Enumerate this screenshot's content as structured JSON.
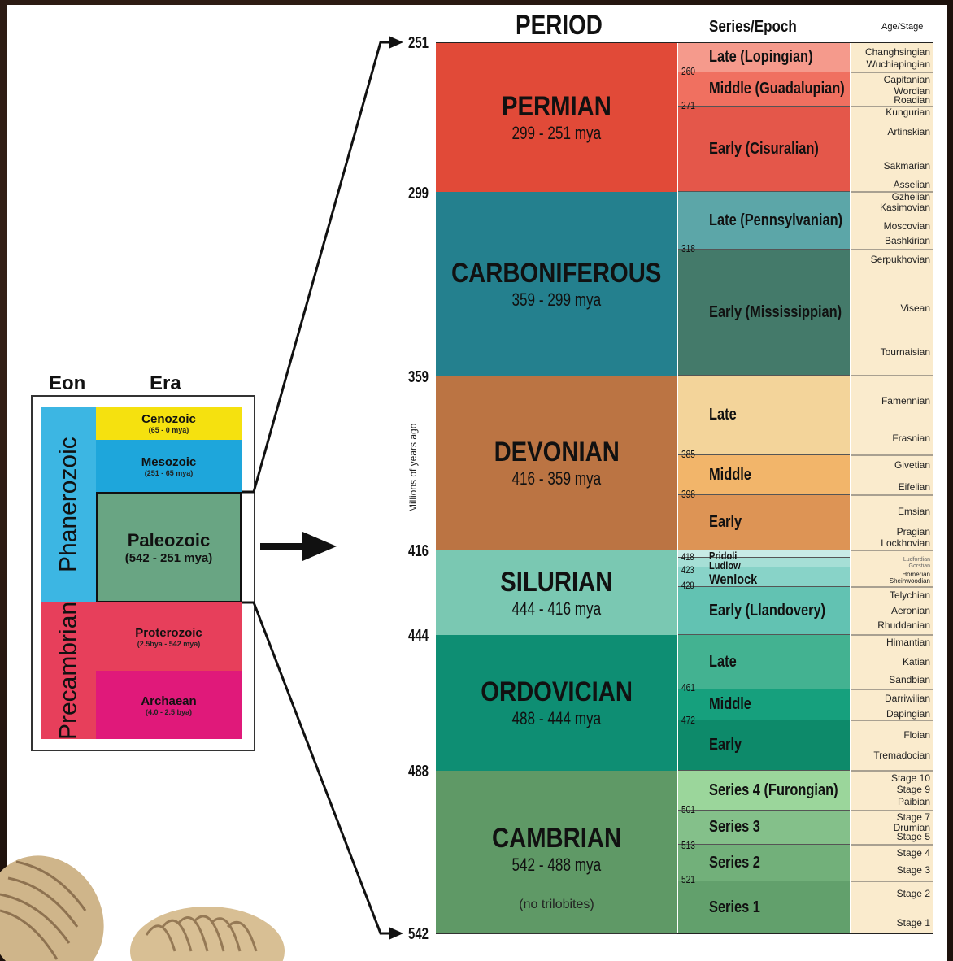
{
  "eon_era_chart": {
    "eon_header": "Eon",
    "era_header": "Era",
    "eons": [
      "Phanerozoic",
      "Precambrian"
    ],
    "eras": [
      {
        "name": "Cenozoic",
        "dates": "(65 - 0 mya)",
        "color": "#f5e10f"
      },
      {
        "name": "Mesozoic",
        "dates": "(251 - 65 mya)",
        "color": "#1ea6db"
      },
      {
        "name": "Paleozoic",
        "dates": "(542 - 251 mya)",
        "color": "#69a583"
      },
      {
        "name": "Proterozoic",
        "dates": "(2.5bya - 542 mya)",
        "color": "#e73f5b"
      },
      {
        "name": "Archaean",
        "dates": "(4.0 - 2.5 bya)",
        "color": "#e0197a"
      }
    ],
    "eon_colors": {
      "Phanerozoic": "#3cb6e3",
      "Precambrian": "#e73f5b"
    }
  },
  "timescale": {
    "period_header": "PERIOD",
    "series_header": "Series/Epoch",
    "stage_header": "Age/Stage",
    "axis_label": "Millions of years ago",
    "boundaries": [
      "251",
      "299",
      "359",
      "416",
      "444",
      "488",
      "542"
    ],
    "periods": [
      {
        "name": "PERMIAN",
        "dates": "299 - 251 mya",
        "color": "#e14a38"
      },
      {
        "name": "CARBONIFEROUS",
        "dates": "359 - 299 mya",
        "color": "#24808e"
      },
      {
        "name": "DEVONIAN",
        "dates": "416 - 359 mya",
        "color": "#bb7443"
      },
      {
        "name": "SILURIAN",
        "dates": "444 - 416 mya",
        "color": "#7ac8b2"
      },
      {
        "name": "ORDOVICIAN",
        "dates": "488 - 444 mya",
        "color": "#0e8e73"
      },
      {
        "name": "CAMBRIAN",
        "dates": "542 - 488 mya",
        "color": "#5f9966"
      }
    ],
    "cambrian_note": "(no trilobites)",
    "series": [
      {
        "name": "Late (Lopingian)",
        "color": "#f59a8c"
      },
      {
        "name": "Middle (Guadalupian)",
        "color": "#f07060"
      },
      {
        "name": "Early (Cisuralian)",
        "color": "#e4574a"
      },
      {
        "name": "Late (Pennsylvanian)",
        "color": "#5ca6a8"
      },
      {
        "name": "Early (Mississippian)",
        "color": "#447a6a"
      },
      {
        "name": "Late",
        "color": "#f3d49a"
      },
      {
        "name": "Middle",
        "color": "#f2b56a"
      },
      {
        "name": "Early",
        "color": "#dd9455"
      },
      {
        "name": "Pridoli",
        "color": "#c8ebe6"
      },
      {
        "name": "Ludlow",
        "color": "#a6dfd6"
      },
      {
        "name": "Wenlock",
        "color": "#88d3c8"
      },
      {
        "name": "Early (Llandovery)",
        "color": "#62c2b2"
      },
      {
        "name": "Late",
        "color": "#43b291"
      },
      {
        "name": "Middle",
        "color": "#16a07d"
      },
      {
        "name": "Early",
        "color": "#0d8a6a"
      },
      {
        "name": "Series 4 (Furongian)",
        "color": "#9bd69b"
      },
      {
        "name": "Series 3",
        "color": "#84c08a"
      },
      {
        "name": "Series 2",
        "color": "#72b07a"
      },
      {
        "name": "Series 1",
        "color": "#62a06c"
      }
    ],
    "series_boundaries": [
      "260",
      "271",
      "318",
      "385",
      "398",
      "418",
      "423",
      "428",
      "461",
      "472",
      "501",
      "513",
      "521"
    ],
    "stages": [
      "Changhsingian",
      "Wuchiapingian",
      "Capitanian",
      "Wordian",
      "Roadian",
      "Kungurian",
      "Artinskian",
      "Sakmarian",
      "Asselian",
      "Gzhelian",
      "Kasimovian",
      "Moscovian",
      "Bashkirian",
      "Serpukhovian",
      "Visean",
      "Tournaisian",
      "Famennian",
      "Frasnian",
      "Givetian",
      "Eifelian",
      "Emsian",
      "Pragian",
      "Lockhovian",
      "Ludfordian",
      "Gorstian",
      "Homerian",
      "Sheinwoodian",
      "Telychian",
      "Aeronian",
      "Rhuddanian",
      "Himantian",
      "Katian",
      "Sandbian",
      "Darriwilian",
      "Dapingian",
      "Floian",
      "Tremadocian",
      "Stage 10",
      "Stage 9",
      "Paibian",
      "Stage 7",
      "Drumian",
      "Stage 5",
      "Stage 4",
      "Stage 3",
      "Stage 2",
      "Stage 1"
    ],
    "stage_color": "#faebcd"
  }
}
